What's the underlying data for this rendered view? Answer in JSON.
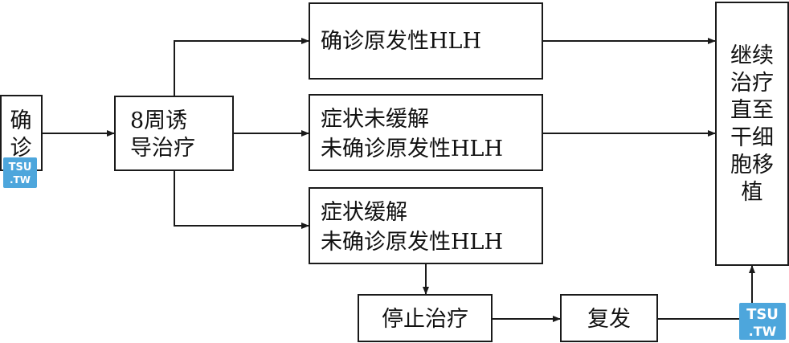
{
  "nodes": {
    "diagnosis": [
      "确",
      "诊"
    ],
    "induction": [
      "8周诱",
      "导治疗"
    ],
    "confirmed": [
      "确诊原发性HLH"
    ],
    "unrelieved": [
      "症状未缓解",
      "未确诊原发性HLH"
    ],
    "relieved": [
      "症状缓解",
      "未确诊原发性HLH"
    ],
    "continue": [
      "继续",
      "治疗",
      "直至",
      "干细",
      "胞移",
      "植"
    ],
    "stop": [
      "停止治疗"
    ],
    "relapse": [
      "复发"
    ]
  },
  "watermark": {
    "text_top": "TSU",
    "text_bottom": ".TW",
    "color": "#4da6dc"
  }
}
